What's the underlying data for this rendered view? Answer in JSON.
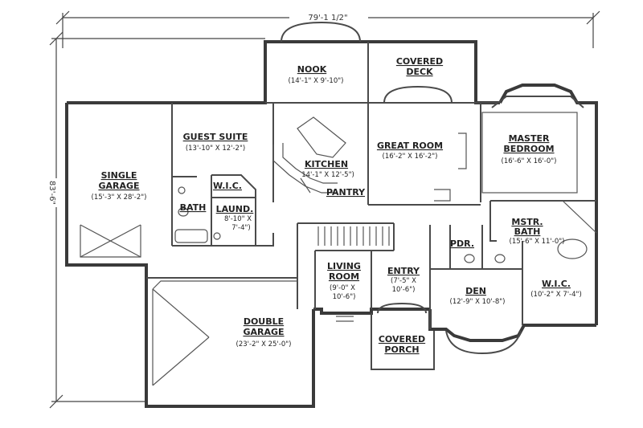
{
  "dimensions": {
    "overall_width": "79'-1 1/2\"",
    "overall_depth": "83'-6\""
  },
  "rooms": {
    "nook": {
      "name": "NOOK",
      "size": "(14'-1\" X 9'-10\")"
    },
    "covered_deck": {
      "name_line1": "COVERED",
      "name_line2": "DECK"
    },
    "guest_suite": {
      "name": "GUEST SUITE",
      "size": "(13'-10\" X 12'-2\")"
    },
    "kitchen": {
      "name": "KITCHEN",
      "size": "14'-1\" X 12'-5\")"
    },
    "great_room": {
      "name": "GREAT ROOM",
      "size": "(16'-2\" X 16'-2\")"
    },
    "master_bedroom": {
      "name_line1": "MASTER",
      "name_line2": "BEDROOM",
      "size": "(16'-6\" X 16'-0\")"
    },
    "single_garage": {
      "name_line1": "SINGLE",
      "name_line2": "GARAGE",
      "size": "(15'-3\" X 28'-2\")"
    },
    "wic_guest": {
      "name": "W.I.C."
    },
    "bath": {
      "name": "BATH"
    },
    "laundry": {
      "name": "LAUND.",
      "size_line1": "8'-10\" X",
      "size_line2": "7'-4\")"
    },
    "pantry": {
      "name": "PANTRY"
    },
    "mstr_bath": {
      "name_line1": "MSTR.",
      "name_line2": "BATH",
      "size": "(15'-6\" X 11'-0\")"
    },
    "pdr": {
      "name": "PDR."
    },
    "living_room": {
      "name_line1": "LIVING",
      "name_line2": "ROOM",
      "size_line1": "(9'-0\" X",
      "size_line2": "10'-6\")"
    },
    "entry": {
      "name": "ENTRY",
      "size_line1": "(7'-5\" X",
      "size_line2": "10'-6\")"
    },
    "den": {
      "name": "DEN",
      "size": "(12'-9\" X 10'-8\")"
    },
    "wic_master": {
      "name": "W.I.C.",
      "size": "(10'-2\" X 7'-4\")"
    },
    "double_garage": {
      "name_line1": "DOUBLE",
      "name_line2": "GARAGE",
      "size": "(23'-2\" X 25'-0\")"
    },
    "covered_porch": {
      "name_line1": "COVERED",
      "name_line2": "PORCH"
    }
  }
}
